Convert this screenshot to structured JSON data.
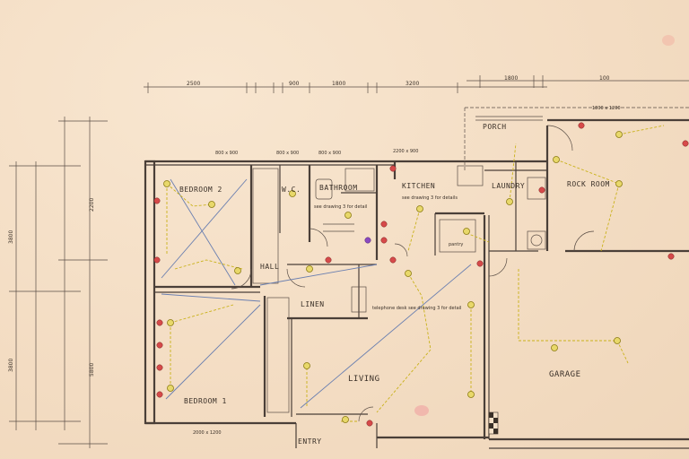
{
  "dimensions_top": [
    "2500",
    "900",
    "1800",
    "3200",
    "1800",
    "100"
  ],
  "dimensions_left": [
    "3800",
    "3800",
    "2200",
    "5800"
  ],
  "rooms": [
    {
      "id": "bedroom2",
      "label": "BEDROOM 2"
    },
    {
      "id": "wc",
      "label": "W.C."
    },
    {
      "id": "bathroom",
      "label": "BATHROOM"
    },
    {
      "id": "kitchen",
      "label": "KITCHEN"
    },
    {
      "id": "laundry",
      "label": "LAUNDRY"
    },
    {
      "id": "rockroom",
      "label": "ROCK ROOM"
    },
    {
      "id": "porch",
      "label": "PORCH"
    },
    {
      "id": "hall",
      "label": "HALL"
    },
    {
      "id": "linen",
      "label": "LINEN"
    },
    {
      "id": "living",
      "label": "LIVING"
    },
    {
      "id": "bedroom1",
      "label": "BEDROOM 1"
    },
    {
      "id": "garage",
      "label": "GARAGE"
    },
    {
      "id": "entry",
      "label": "ENTRY"
    },
    {
      "id": "pantry",
      "label": "pantry"
    }
  ],
  "window_labels": [
    "800 x 900",
    "800 x 900",
    "800 x 900",
    "2200 x 900",
    "2000 x 1200",
    "1800 x 1200"
  ],
  "annotations": {
    "bathroom_note": "see drawing 3 for detail",
    "kitchen_note": "see drawing 3 for details",
    "living_note": "telephone desk see drawing 3 for detail"
  }
}
